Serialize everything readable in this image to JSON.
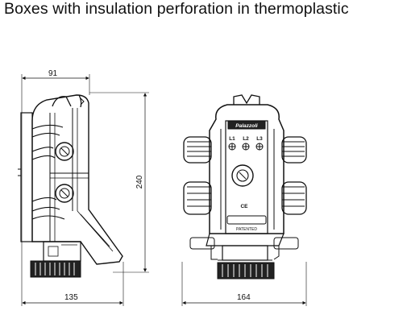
{
  "title": "Boxes with insulation perforation in thermoplastic",
  "dimensions": {
    "side_top_width": "91",
    "side_height": "240",
    "side_bottom_width": "135",
    "front_bottom_width": "164"
  },
  "front_view": {
    "brand": "Palazzoli",
    "terminals": [
      "L1",
      "L2",
      "L3"
    ],
    "ce_mark": "CE",
    "patented": "PATENTED"
  }
}
